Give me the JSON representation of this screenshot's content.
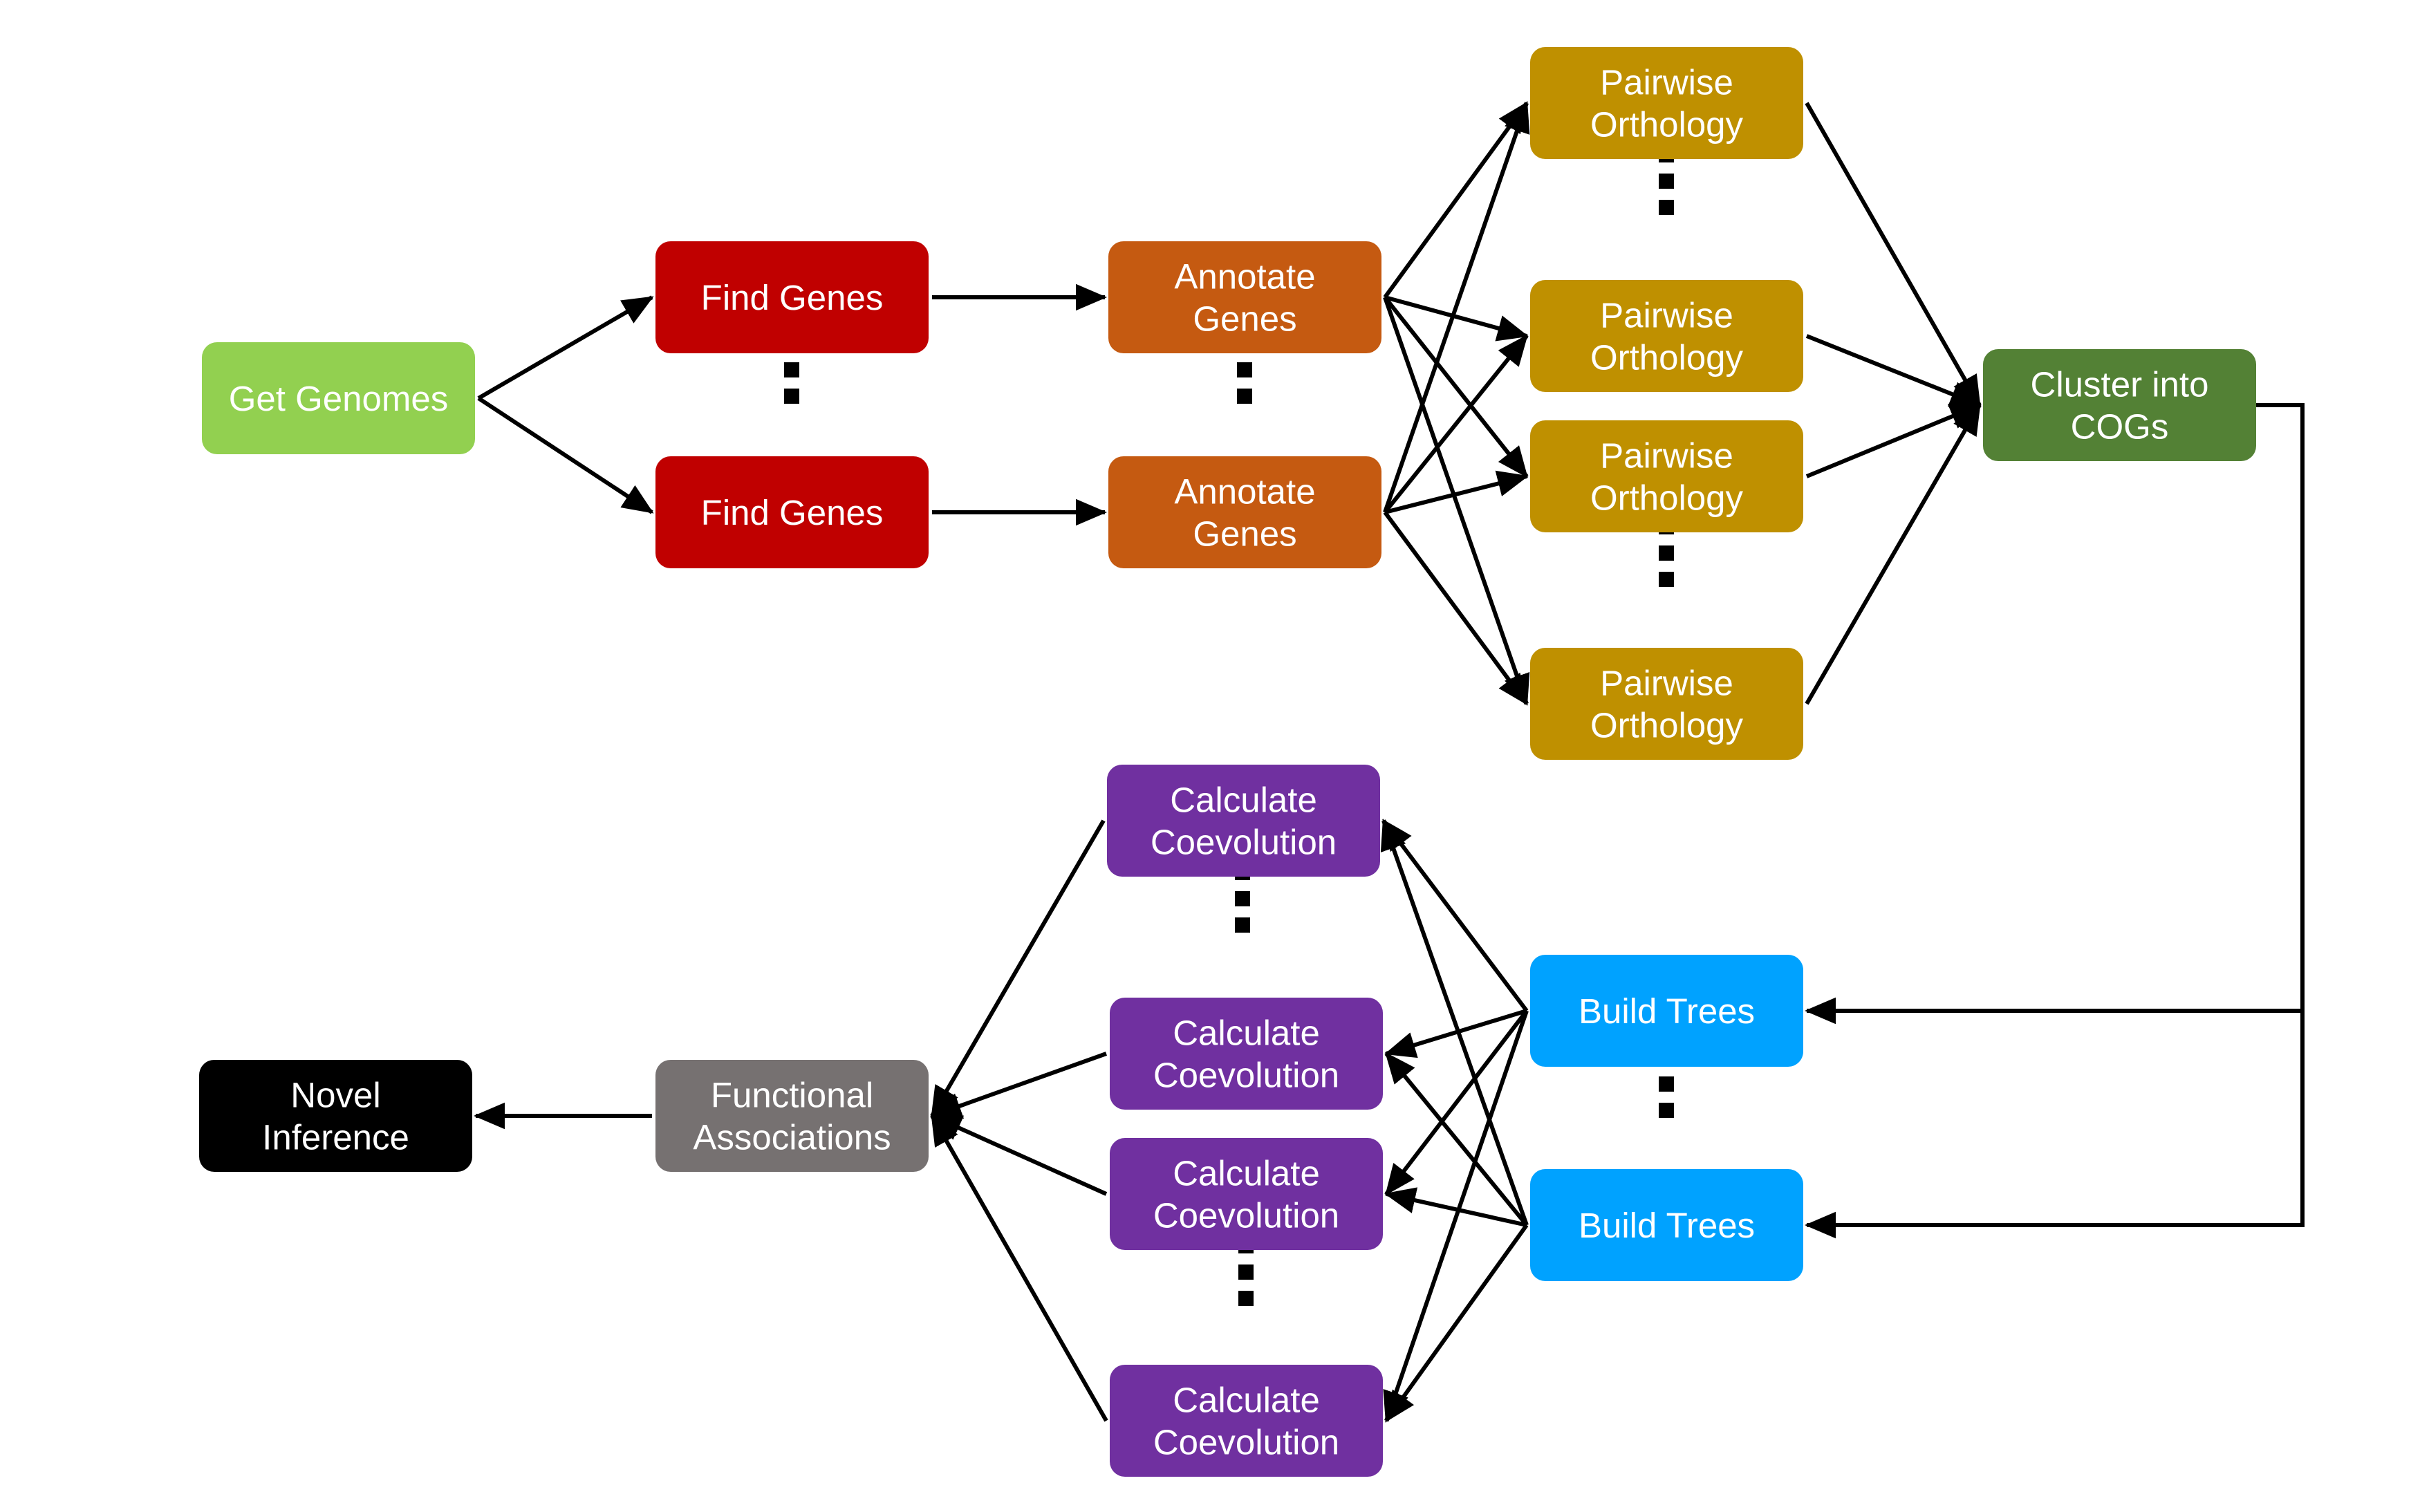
{
  "nodes": {
    "get_genomes": {
      "lines": [
        "Get Genomes"
      ],
      "color": "#92d050"
    },
    "find_genes_1": {
      "lines": [
        "Find Genes"
      ],
      "color": "#c00000"
    },
    "find_genes_2": {
      "lines": [
        "Find Genes"
      ],
      "color": "#c00000"
    },
    "annotate_genes_1": {
      "lines": [
        "Annotate",
        "Genes"
      ],
      "color": "#c55a11"
    },
    "annotate_genes_2": {
      "lines": [
        "Annotate",
        "Genes"
      ],
      "color": "#c55a11"
    },
    "pairwise_1": {
      "lines": [
        "Pairwise",
        "Orthology"
      ],
      "color": "#bf9000"
    },
    "pairwise_2": {
      "lines": [
        "Pairwise",
        "Orthology"
      ],
      "color": "#bf9000"
    },
    "pairwise_3": {
      "lines": [
        "Pairwise",
        "Orthology"
      ],
      "color": "#bf9000"
    },
    "pairwise_4": {
      "lines": [
        "Pairwise",
        "Orthology"
      ],
      "color": "#bf9000"
    },
    "cluster_cogs": {
      "lines": [
        "Cluster into",
        "COGs"
      ],
      "color": "#538135"
    },
    "build_trees_1": {
      "lines": [
        "Build Trees"
      ],
      "color": "#00a2ff"
    },
    "build_trees_2": {
      "lines": [
        "Build Trees"
      ],
      "color": "#00a2ff"
    },
    "coevolution_1": {
      "lines": [
        "Calculate",
        "Coevolution"
      ],
      "color": "#7030a0"
    },
    "coevolution_2": {
      "lines": [
        "Calculate",
        "Coevolution"
      ],
      "color": "#7030a0"
    },
    "coevolution_3": {
      "lines": [
        "Calculate",
        "Coevolution"
      ],
      "color": "#7030a0"
    },
    "coevolution_4": {
      "lines": [
        "Calculate",
        "Coevolution"
      ],
      "color": "#7030a0"
    },
    "functional_assoc": {
      "lines": [
        "Functional",
        "Associations"
      ],
      "color": "#767171"
    },
    "novel_inference": {
      "lines": [
        "Novel",
        "Inference"
      ],
      "color": "#000000"
    }
  },
  "edges": [
    {
      "from": "get_genomes",
      "to": "find_genes_1"
    },
    {
      "from": "get_genomes",
      "to": "find_genes_2"
    },
    {
      "from": "find_genes_1",
      "to": "annotate_genes_1"
    },
    {
      "from": "find_genes_2",
      "to": "annotate_genes_2"
    },
    {
      "from": "annotate_genes_1",
      "to": "pairwise_1"
    },
    {
      "from": "annotate_genes_1",
      "to": "pairwise_2"
    },
    {
      "from": "annotate_genes_1",
      "to": "pairwise_3"
    },
    {
      "from": "annotate_genes_1",
      "to": "pairwise_4"
    },
    {
      "from": "annotate_genes_2",
      "to": "pairwise_1"
    },
    {
      "from": "annotate_genes_2",
      "to": "pairwise_2"
    },
    {
      "from": "annotate_genes_2",
      "to": "pairwise_3"
    },
    {
      "from": "annotate_genes_2",
      "to": "pairwise_4"
    },
    {
      "from": "pairwise_1",
      "to": "cluster_cogs"
    },
    {
      "from": "pairwise_2",
      "to": "cluster_cogs"
    },
    {
      "from": "pairwise_3",
      "to": "cluster_cogs"
    },
    {
      "from": "pairwise_4",
      "to": "cluster_cogs"
    },
    {
      "from": "cluster_cogs",
      "to": "build_trees_1"
    },
    {
      "from": "cluster_cogs",
      "to": "build_trees_2"
    },
    {
      "from": "build_trees_1",
      "to": "coevolution_1"
    },
    {
      "from": "build_trees_1",
      "to": "coevolution_2"
    },
    {
      "from": "build_trees_1",
      "to": "coevolution_3"
    },
    {
      "from": "build_trees_1",
      "to": "coevolution_4"
    },
    {
      "from": "build_trees_2",
      "to": "coevolution_1"
    },
    {
      "from": "build_trees_2",
      "to": "coevolution_2"
    },
    {
      "from": "build_trees_2",
      "to": "coevolution_3"
    },
    {
      "from": "build_trees_2",
      "to": "coevolution_4"
    },
    {
      "from": "coevolution_1",
      "to": "functional_assoc"
    },
    {
      "from": "coevolution_2",
      "to": "functional_assoc"
    },
    {
      "from": "coevolution_3",
      "to": "functional_assoc"
    },
    {
      "from": "coevolution_4",
      "to": "functional_assoc"
    },
    {
      "from": "functional_assoc",
      "to": "novel_inference"
    }
  ]
}
